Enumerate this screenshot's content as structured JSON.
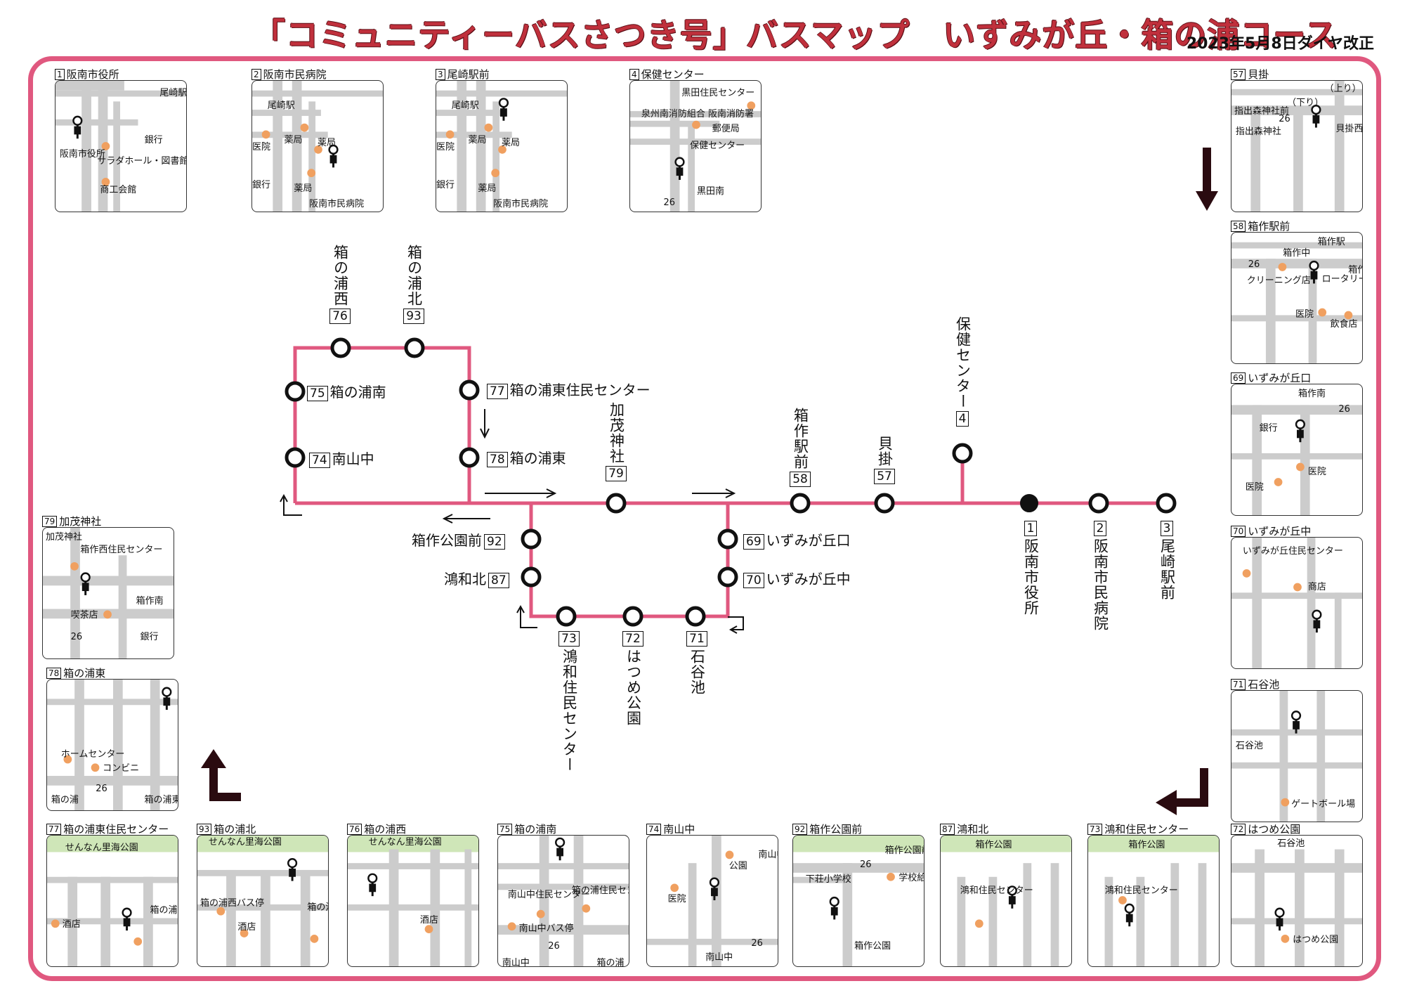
{
  "title": "「コミュニティーバスさつき号」バスマップ　いずみが丘・箱の浦コース",
  "revision": "2023年5月8日ダイヤ改正",
  "colors": {
    "route": "#e0587f",
    "frame": "#e0587f",
    "title": "#c0303c",
    "poi": "#f0a060",
    "road": "#cccccc",
    "badge": "#5b7fbf",
    "park": "#cfe6b8",
    "water": "#b9d8ef"
  },
  "route_stops": {
    "s1": {
      "num": "1",
      "name": "阪南市役所"
    },
    "s2": {
      "num": "2",
      "name": "阪南市民病院"
    },
    "s3": {
      "num": "3",
      "name": "尾崎駅前"
    },
    "s4": {
      "num": "4",
      "name": "保健センター"
    },
    "s57": {
      "num": "57",
      "name": "貝掛"
    },
    "s58": {
      "num": "58",
      "name": "箱作駅前"
    },
    "s69": {
      "num": "69",
      "name": "いずみが丘口"
    },
    "s70": {
      "num": "70",
      "name": "いずみが丘中"
    },
    "s71": {
      "num": "71",
      "name": "石谷池"
    },
    "s72": {
      "num": "72",
      "name": "はつめ公園"
    },
    "s73": {
      "num": "73",
      "name": "鴻和住民センター"
    },
    "s74": {
      "num": "74",
      "name": "南山中"
    },
    "s75": {
      "num": "75",
      "name": "箱の浦南"
    },
    "s76": {
      "num": "76",
      "name": "箱の浦西"
    },
    "s77": {
      "num": "77",
      "name": "箱の浦東住民センター"
    },
    "s78": {
      "num": "78",
      "name": "箱の浦東"
    },
    "s79": {
      "num": "79",
      "name": "加茂神社"
    },
    "s87": {
      "num": "87",
      "name": "鴻和北"
    },
    "s92": {
      "num": "92",
      "name": "箱作公園前"
    },
    "s93": {
      "num": "93",
      "name": "箱の浦北"
    }
  },
  "panels": {
    "p1": {
      "num": "1",
      "title": "阪南市役所",
      "labels": [
        "尾崎駅",
        "銀行",
        "阪南市役所",
        "サラダホール・図書館",
        "商工会館"
      ]
    },
    "p2": {
      "num": "2",
      "title": "阪南市民病院",
      "labels": [
        "尾崎駅",
        "医院",
        "薬局",
        "薬局",
        "銀行",
        "薬局",
        "阪南市民病院"
      ]
    },
    "p3": {
      "num": "3",
      "title": "尾崎駅前",
      "labels": [
        "尾崎駅",
        "医院",
        "薬局",
        "薬局",
        "銀行",
        "薬局",
        "阪南市民病院"
      ]
    },
    "p4": {
      "num": "4",
      "title": "保健センター",
      "labels": [
        "黒田住民センター",
        "泉州南消防組合 阪南消防署",
        "郵便局",
        "保健センター",
        "黒田南",
        "26"
      ]
    },
    "p57": {
      "num": "57",
      "title": "貝掛",
      "labels": [
        "（上り）",
        "（下り）",
        "指出森神社",
        "貝掛西",
        "指出森神社前",
        "26"
      ]
    },
    "p58": {
      "num": "58",
      "title": "箱作駅前",
      "labels": [
        "箱作駅",
        "箱作中",
        "箱作",
        "クリーニング店",
        "ロータリー",
        "医院",
        "飲食店",
        "26"
      ]
    },
    "p69": {
      "num": "69",
      "title": "いずみが丘口",
      "labels": [
        "箱作南",
        "銀行",
        "医院",
        "医院",
        "26"
      ]
    },
    "p70": {
      "num": "70",
      "title": "いずみが丘中",
      "labels": [
        "いずみが丘住民センター",
        "商店"
      ]
    },
    "p71": {
      "num": "71",
      "title": "石谷池",
      "labels": [
        "石谷池",
        "ゲートボール場"
      ]
    },
    "p72": {
      "num": "72",
      "title": "はつめ公園",
      "labels": [
        "石谷池",
        "はつめ公園"
      ]
    },
    "p73": {
      "num": "73",
      "title": "鴻和住民センター",
      "labels": [
        "箱作公園",
        "鴻和住民センター"
      ]
    },
    "p87": {
      "num": "87",
      "title": "鴻和北",
      "labels": [
        "箱作公園",
        "鴻和住民センター"
      ]
    },
    "p92": {
      "num": "92",
      "title": "箱作公園前",
      "labels": [
        "箱作公園前",
        "下荘小学校",
        "学校給食センター",
        "箱作公園",
        "26"
      ]
    },
    "p74": {
      "num": "74",
      "title": "南山中",
      "labels": [
        "公園",
        "南山中住民センター",
        "医院",
        "南山中",
        "26"
      ]
    },
    "p75": {
      "num": "75",
      "title": "箱の浦南",
      "labels": [
        "南山中住民センター",
        "箱の浦住民センター",
        "南山中バス停",
        "南山中",
        "箱の浦",
        "26"
      ]
    },
    "p76": {
      "num": "76",
      "title": "箱の浦西",
      "labels": [
        "せんなん里海公園",
        "酒店"
      ]
    },
    "p93": {
      "num": "93",
      "title": "箱の浦北",
      "labels": [
        "せんなん里海公園",
        "箱の浦西バス停",
        "酒店",
        "箱の浦住民センター"
      ]
    },
    "p77": {
      "num": "77",
      "title": "箱の浦東住民センター",
      "labels": [
        "せんなん里海公園",
        "酒店",
        "箱の浦東住民センター"
      ]
    },
    "p78": {
      "num": "78",
      "title": "箱の浦東",
      "labels": [
        "ホームセンター",
        "コンビニ",
        "箱の浦",
        "箱の浦東",
        "26"
      ]
    },
    "p79": {
      "num": "79",
      "title": "加茂神社",
      "labels": [
        "加茂神社",
        "箱作西住民センター",
        "喫茶店",
        "箱作南",
        "銀行",
        "26"
      ]
    }
  }
}
